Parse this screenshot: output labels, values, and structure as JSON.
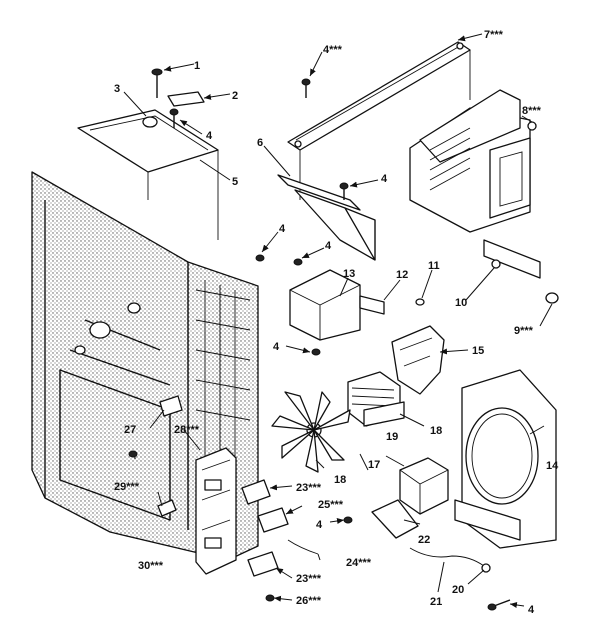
{
  "callouts": {
    "c1": "1",
    "c2": "2",
    "c3": "3",
    "c4a": "4",
    "c5": "5",
    "c4b": "4***",
    "c7": "7***",
    "c6": "6",
    "c4c": "4",
    "c8": "8***",
    "c4d": "4",
    "c4e": "4",
    "c13": "13",
    "c12": "12",
    "c11": "11",
    "c10": "10",
    "c9": "9***",
    "c4f": "4",
    "c15": "15",
    "c27": "27",
    "c28": "28***",
    "c17": "17",
    "c18a": "18",
    "c18b": "18",
    "c19": "19",
    "c14": "14",
    "c29": "29***",
    "c23a": "23***",
    "c25": "25***",
    "c4g": "4",
    "c22": "22",
    "c30": "30***",
    "c24": "24***",
    "c23b": "23***",
    "c20": "20",
    "c21": "21",
    "c26": "26***",
    "c4h": "4"
  },
  "colors": {
    "ink": "#111111",
    "paper": "#ffffff",
    "stipple": "#555555"
  }
}
